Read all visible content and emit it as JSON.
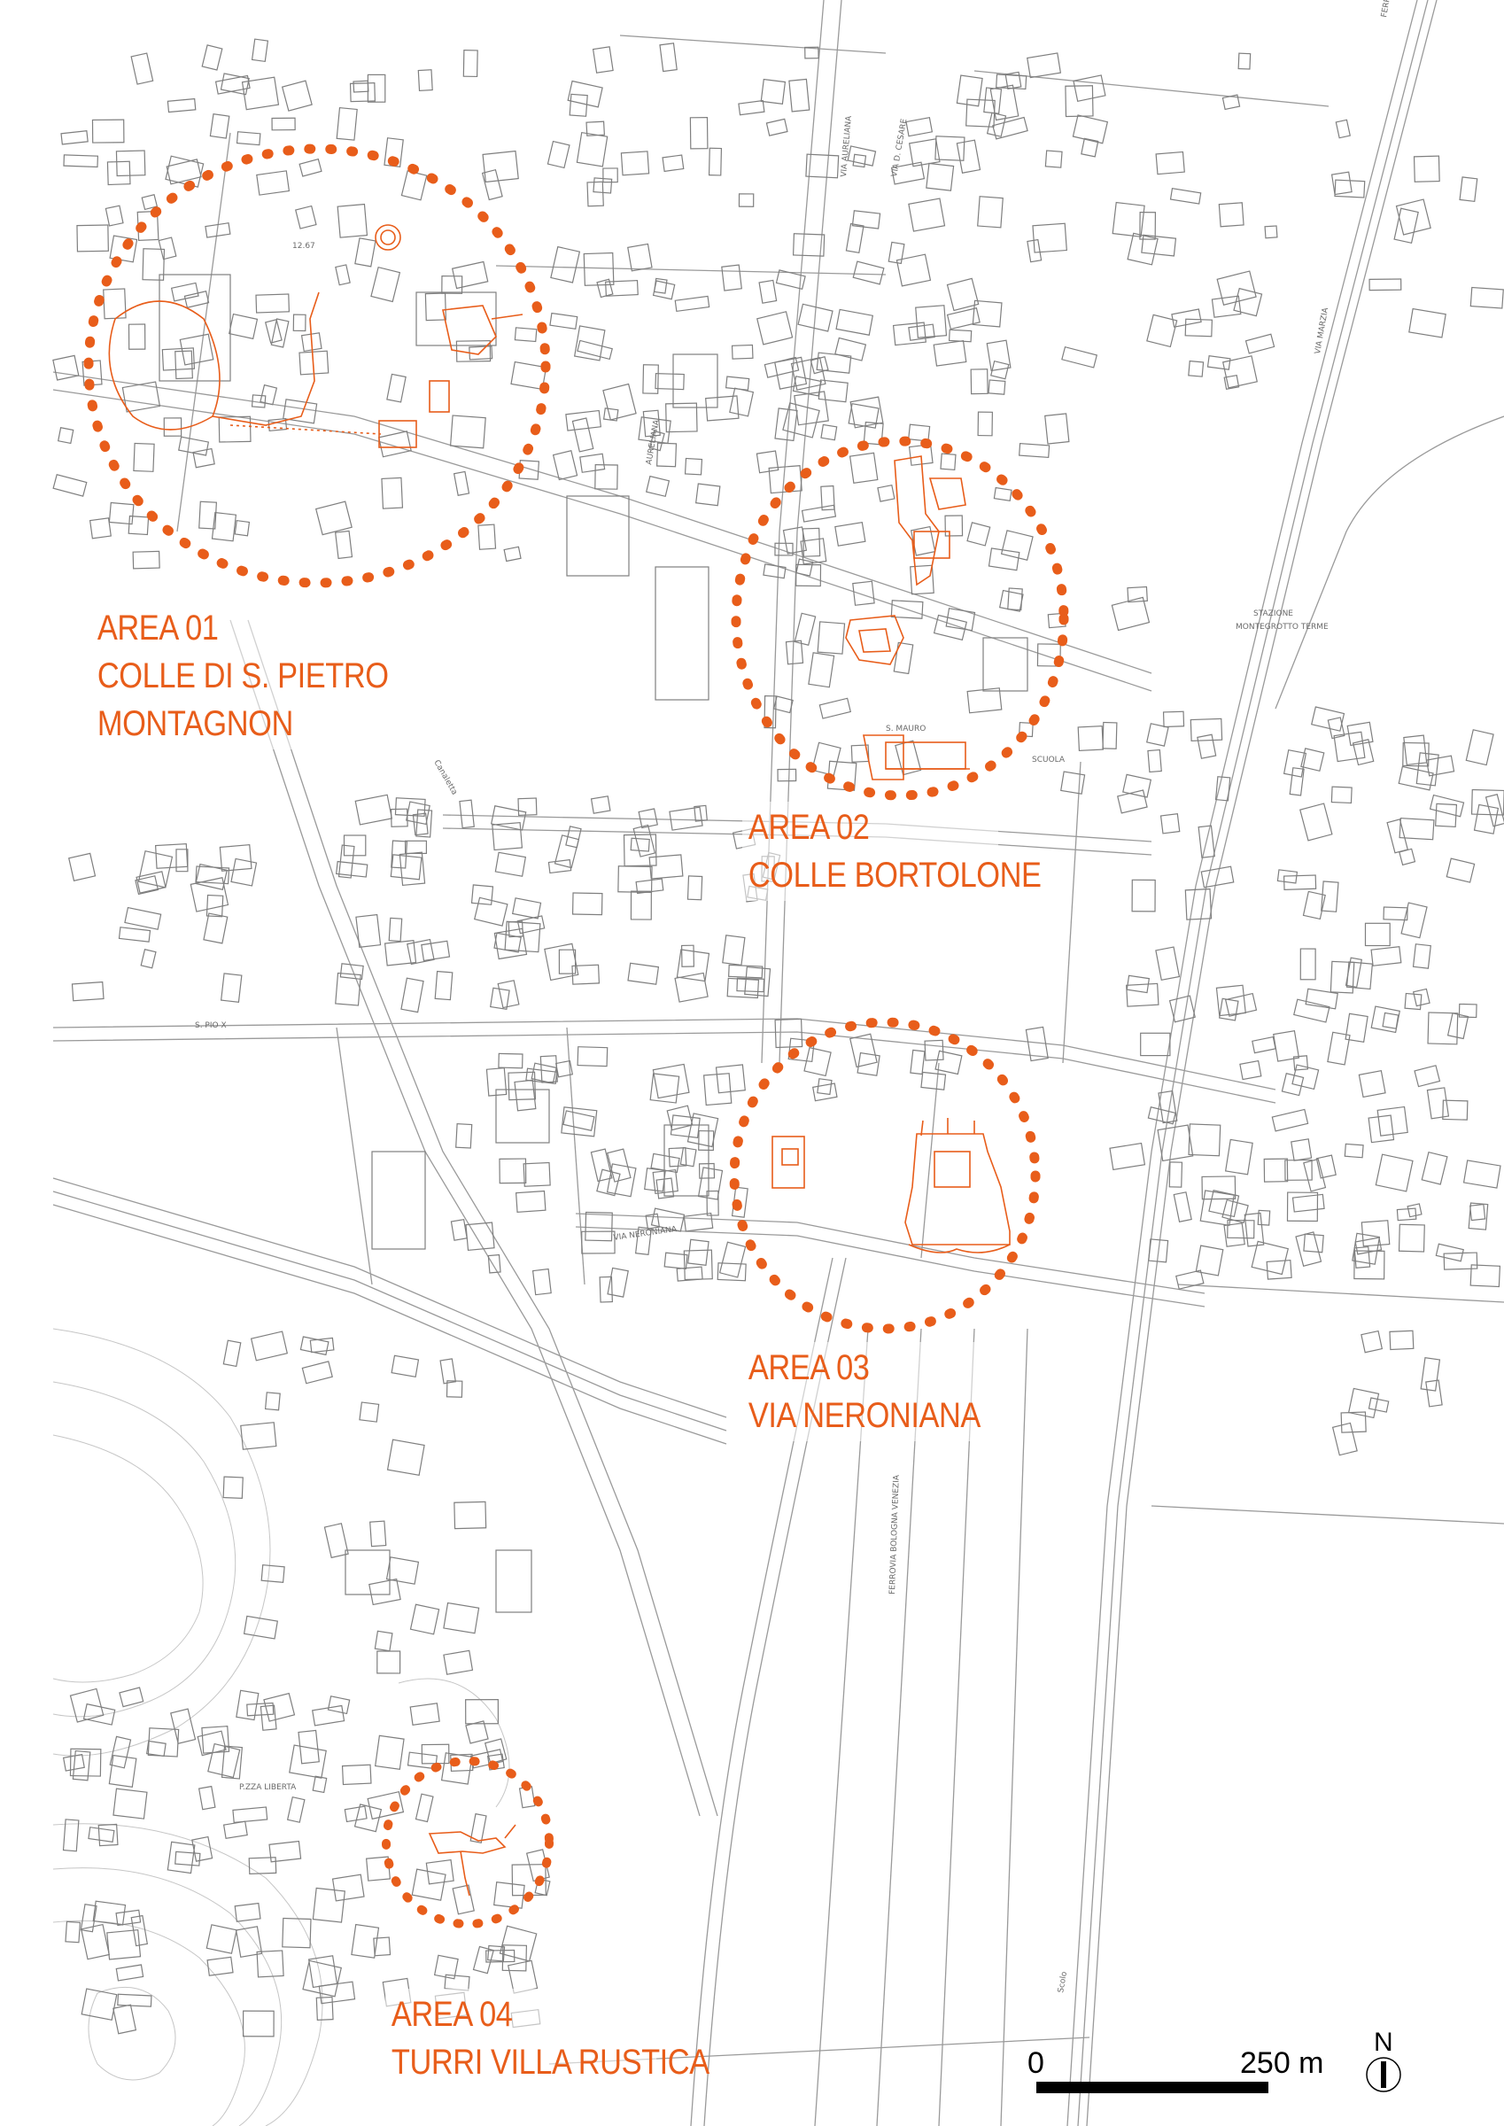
{
  "colors": {
    "accent": "#e85d1a",
    "line": "#8c8c8c",
    "background": "#ffffff",
    "scale_bar": "#000000"
  },
  "areas": [
    {
      "id": "01",
      "lines": [
        "AREA 01",
        "COLLE DI S. PIETRO",
        "MONTAGNON"
      ]
    },
    {
      "id": "02",
      "lines": [
        "AREA 02",
        "COLLE BORTOLONE"
      ]
    },
    {
      "id": "03",
      "lines": [
        "AREA 03",
        "VIA NERONIANA"
      ]
    },
    {
      "id": "04",
      "lines": [
        "AREA 04",
        "TURRI VILLA RUSTICA"
      ]
    }
  ],
  "streets": {
    "aureliana": "VIA AURELIANA",
    "aureliana_2": "AURELIANA",
    "d_cesare": "VIA D. CESARE",
    "ferrovia": "FERROVIA",
    "stazione": "STAZIONE",
    "stazione_name": "MONTEGROTTO TERME",
    "s_mauro": "S. MAURO",
    "scuola": "SCUOLA",
    "s_pio_x": "S. PIO X",
    "neroniana": "VIA NERONIANA",
    "ferrovia_bologna": "FERROVIA BOLOGNA VENEZIA",
    "p_zza_liberta": "P.ZZA LIBERTA",
    "spot_height": "12.67",
    "via_marza": "VIA MARZIA",
    "canaletta": "Canaletta",
    "scolo": "Scolo"
  },
  "scale": {
    "zero": "0",
    "max": "250 m"
  },
  "north": {
    "label": "N"
  }
}
